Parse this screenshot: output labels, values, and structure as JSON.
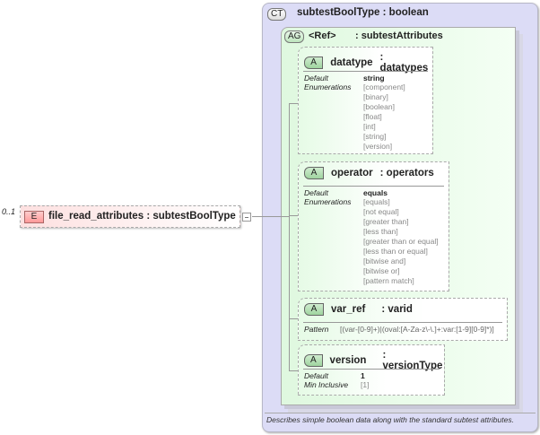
{
  "complex_type": {
    "badge": "CT",
    "name": "subtestBoolType",
    "type": ": boolean",
    "description": "Describes simple boolean data along with the standard subtest attributes."
  },
  "attribute_group": {
    "badge": "AG",
    "name": "<Ref>",
    "type": ": subtestAttributes"
  },
  "attributes": [
    {
      "badge": "A",
      "name": "datatype",
      "type": ": datatypes",
      "props": [
        {
          "key": "Default",
          "values": [
            "string"
          ]
        },
        {
          "key": "Enumerations",
          "values": [
            "[component]",
            "[binary]",
            "[boolean]",
            "[float]",
            "[int]",
            "[string]",
            "[version]"
          ]
        }
      ]
    },
    {
      "badge": "A",
      "name": "operator",
      "type": ": operators",
      "props": [
        {
          "key": "Default",
          "values": [
            "equals"
          ]
        },
        {
          "key": "Enumerations",
          "values": [
            "[equals]",
            "[not equal]",
            "[greater than]",
            "[less than]",
            "[greater than or equal]",
            "[less than or equal]",
            "[bitwise and]",
            "[bitwise or]",
            "[pattern match]"
          ]
        }
      ]
    },
    {
      "badge": "A",
      "name": "var_ref",
      "type": ": varid",
      "props": [
        {
          "key": "Pattern",
          "values": [
            "[(var-[0-9]+)|(oval:[A-Za-z\\-\\.]+:var:[1-9][0-9]*)]"
          ]
        }
      ]
    },
    {
      "badge": "A",
      "name": "version",
      "type": ": versionType",
      "props": [
        {
          "key": "Default",
          "values": [
            "1"
          ]
        },
        {
          "key": "Min Inclusive",
          "values": [
            "[1]"
          ]
        }
      ]
    }
  ],
  "element": {
    "badge": "E",
    "cardinality": "0..1",
    "name": "file_read_attributes",
    "type": ": subtestBoolType"
  }
}
